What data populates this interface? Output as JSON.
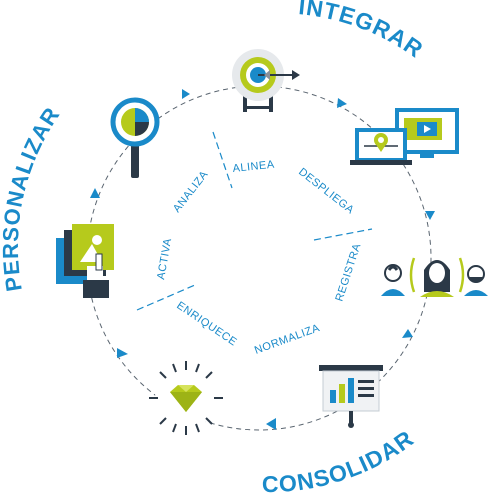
{
  "phases": {
    "integrar": "INTEGRAR",
    "consolidar": "CONSOLIDAR",
    "personalizar": "PERSONALIZAR"
  },
  "steps": {
    "alinea": "ALINEA",
    "despliega": "DESPLIEGA",
    "registra": "REGISTRA",
    "normaliza": "NORMALIZA",
    "enriquece": "ENRIQUECE",
    "activa": "ACTIVA",
    "analiza": "ANALIZA"
  },
  "colors": {
    "blue": "#1a8ac9",
    "lime": "#b6ca1c",
    "navy": "#2b3947",
    "grey": "#8a9099",
    "light_grey": "#e6e9ec"
  },
  "icons": [
    "target-arrow-icon",
    "monitor-laptop-location-icon",
    "people-group-icon",
    "presentation-board-icon",
    "diamond-sparkle-icon",
    "image-cards-icon",
    "magnifier-pie-chart-icon"
  ]
}
